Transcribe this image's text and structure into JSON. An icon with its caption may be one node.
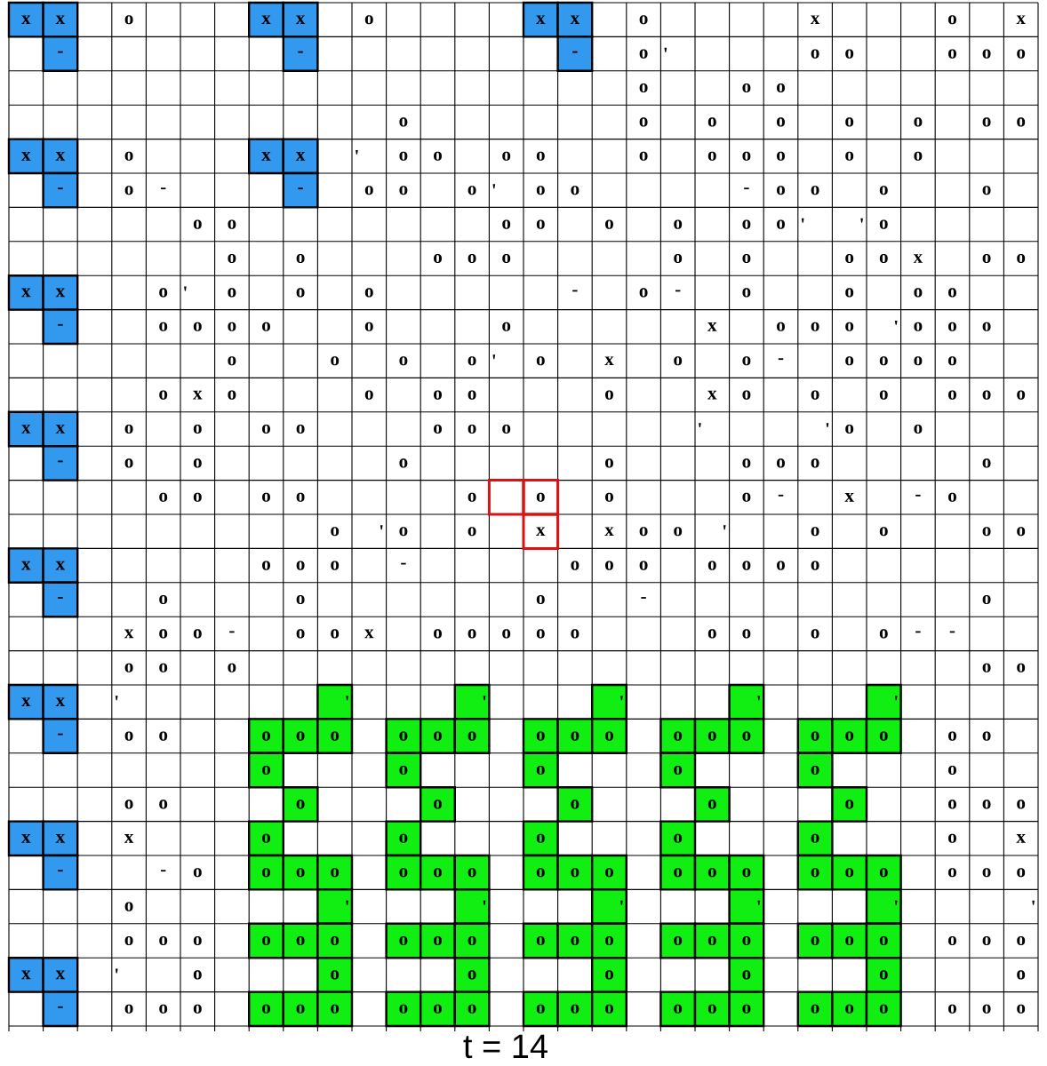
{
  "diagram": {
    "caption": "t = 14",
    "labels": [
      "x",
      "x",
      "o",
      "x",
      "x",
      "o",
      "x",
      "x",
      "o",
      "x",
      "o",
      "x",
      "-",
      "-",
      "-",
      "o",
      "'",
      "o",
      "o",
      "o",
      "o",
      "o",
      "o",
      "o",
      "o",
      "o",
      "o",
      "o",
      "o",
      "o",
      "o",
      "o",
      "o",
      "x",
      "x",
      "o",
      "x",
      "x",
      "'",
      "o",
      "o",
      "o",
      "o",
      "o",
      "o",
      "o",
      "o",
      "o",
      "o",
      "-",
      "o",
      "-",
      "-",
      "o",
      "o",
      "o",
      "'",
      "o",
      "o",
      "-",
      "o",
      "o",
      "o",
      "o",
      "o",
      "o",
      "o",
      "o",
      "o",
      "o",
      "o",
      "o",
      "'",
      "'",
      "o",
      "o",
      "o",
      "o",
      "o",
      "o",
      "o",
      "o",
      "o",
      "o",
      "x",
      "o",
      "o",
      "x",
      "x",
      "o",
      "'",
      "o",
      "o",
      "o",
      "-",
      "o",
      "-",
      "o",
      "o",
      "o",
      "o",
      "-",
      "o",
      "o",
      "o",
      "o",
      "o",
      "o",
      "x",
      "o",
      "o",
      "o",
      "'",
      "o",
      "o",
      "o",
      "o",
      "o",
      "o",
      "o",
      "'",
      "o",
      "x",
      "o",
      "o",
      "-",
      "o",
      "o",
      "o",
      "o",
      "o",
      "x",
      "o",
      "o",
      "o",
      "o",
      "o",
      "x",
      "o",
      "o",
      "o",
      "o",
      "o",
      "o",
      "x",
      "x",
      "o",
      "o",
      "o",
      "o",
      "o",
      "o",
      "o",
      "'",
      "'",
      "o",
      "o",
      "-",
      "o",
      "o",
      "o",
      "o",
      "o",
      "o",
      "o",
      "o",
      "o",
      "o",
      "o",
      "o",
      "o",
      "o",
      "o",
      "o",
      "-",
      "x",
      "-",
      "o",
      "o",
      "'",
      "o",
      "o",
      "x",
      "x",
      "o",
      "o",
      "'",
      "o",
      "o",
      "o",
      "o",
      "x",
      "x",
      "o",
      "o",
      "o",
      "-",
      "o",
      "o",
      "o",
      "o",
      "o",
      "o",
      "o",
      "-",
      "o",
      "o",
      "o",
      "-",
      "o",
      "x",
      "o",
      "o",
      "-",
      "o",
      "o",
      "x",
      "o",
      "o",
      "o",
      "o",
      "o",
      "o",
      "o",
      "o",
      "o",
      "-",
      "-",
      "o",
      "o",
      "o",
      "o",
      "o",
      "x",
      "x",
      "'",
      "'",
      "'",
      "'",
      "'",
      "'",
      "-",
      "o",
      "o",
      "o",
      "o",
      "o",
      "o",
      "o",
      "o",
      "o",
      "o",
      "o",
      "o",
      "o",
      "o",
      "o",
      "o",
      "o",
      "o",
      "o",
      "o",
      "o",
      "o",
      "o",
      "o",
      "o",
      "o",
      "o",
      "o",
      "o",
      "o",
      "o",
      "o",
      "o",
      "o",
      "o",
      "x",
      "x",
      "x",
      "o",
      "o",
      "o",
      "o",
      "o",
      "o",
      "x",
      "-",
      "-",
      "o",
      "o",
      "o",
      "o",
      "o",
      "o",
      "o",
      "o",
      "o",
      "o",
      "o",
      "o",
      "o",
      "o",
      "o",
      "o",
      "o",
      "o",
      "o",
      "o",
      "'",
      "'",
      "'",
      "'",
      "'",
      "'",
      "o",
      "o",
      "o",
      "o",
      "o",
      "o",
      "o",
      "o",
      "o",
      "o",
      "o",
      "o",
      "o",
      "o",
      "o",
      "o",
      "o",
      "o",
      "o",
      "o",
      "o",
      "x",
      "x",
      "'",
      "o",
      "o",
      "o",
      "o",
      "o",
      "o",
      "o",
      "-",
      "o",
      "o",
      "o",
      "o",
      "o",
      "o",
      "o",
      "o",
      "o",
      "o",
      "o",
      "o",
      "o",
      "o",
      "o",
      "o",
      "o",
      "o",
      "o",
      "o",
      "o"
    ]
  }
}
